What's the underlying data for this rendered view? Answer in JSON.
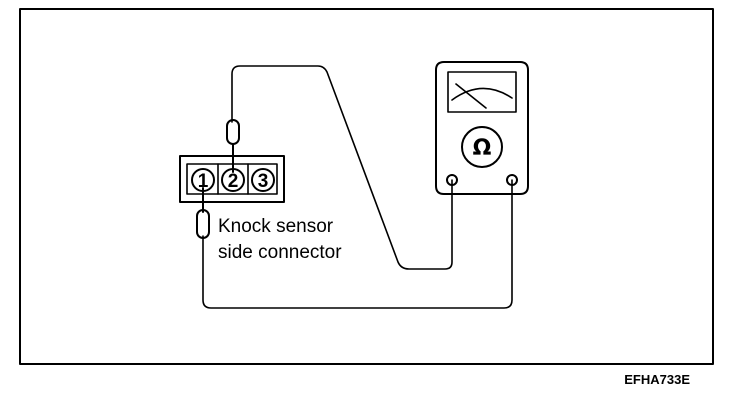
{
  "diagram": {
    "connector_label_line1": "Knock sensor",
    "connector_label_line2": "side connector",
    "pins": [
      "1",
      "2",
      "3"
    ],
    "meter_symbol": "Ω",
    "figure_code": "EFHA733E"
  },
  "icons": {
    "meter": "ohmmeter-icon",
    "probe": "test-probe-icon"
  }
}
